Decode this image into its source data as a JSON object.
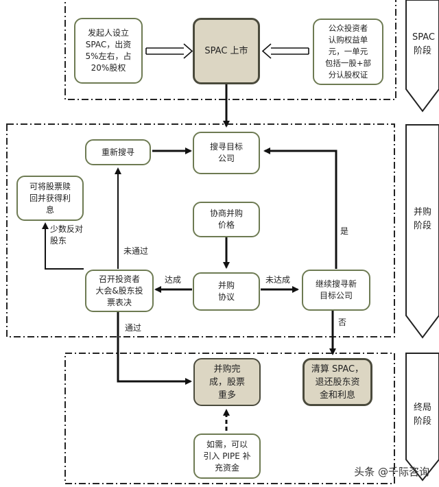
{
  "stages": {
    "spac": "SPAC\n阶段",
    "merger": "并购\n阶段",
    "final": "终局\n阶段"
  },
  "nodes": {
    "sponsor": "发起人设立\nSPAC，出资\n5%左右，占\n20%股权",
    "listing": "SPAC 上市",
    "public_investors": "公众投资者\n认购权益单\n元，一单元\n包括一股+部\n分认股权证",
    "research": "重新搜寻",
    "target": "搜寻目标\n公司",
    "redeem": "可将股票赎\n回并获得利\n息",
    "negotiate": "协商并购\n价格",
    "meeting": "召开投资者\n大会&股东投\n票表决",
    "merger_agreement": "并购\n协议",
    "continue_search": "继续搜寻新\n目标公司",
    "merger_complete": "并购完\n成，股票\n重多",
    "liquidate": "清算 SPAC，\n退还股东资\n金和利息",
    "pipe": "如需，可以\n引入 PIPE 补\n充资金"
  },
  "labels": {
    "minority_oppose": "少数反对\n股东",
    "not_passed": "未通过",
    "reached": "达成",
    "not_reached": "未达成",
    "yes": "是",
    "no": "否",
    "passed": "通过"
  },
  "watermark": "头条 @千际咨询",
  "colors": {
    "box_border": "#6d7a52",
    "filled_box": "#dcd6c3",
    "arrow": "#111111",
    "dash": "#222222"
  }
}
